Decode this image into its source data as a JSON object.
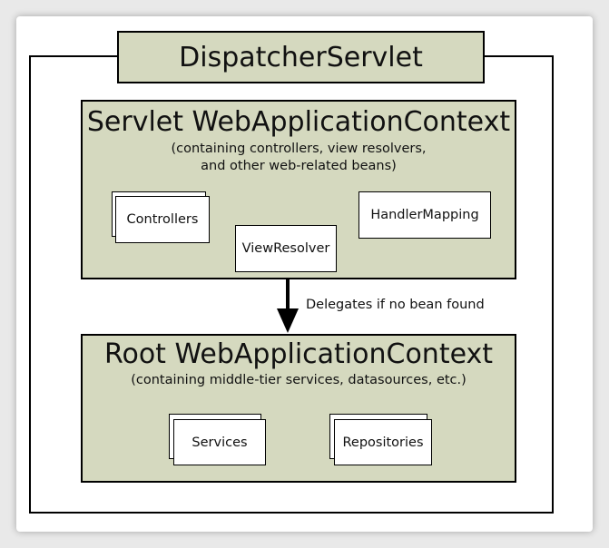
{
  "dispatcher": {
    "title": "DispatcherServlet"
  },
  "servlet_context": {
    "title": "Servlet WebApplicationContext",
    "subtitle_line1": "(containing controllers, view resolvers,",
    "subtitle_line2": "and other web-related beans)",
    "beans": {
      "controllers": "Controllers",
      "view_resolver": "ViewResolver",
      "handler_mapping": "HandlerMapping"
    }
  },
  "arrow": {
    "label": "Delegates if no bean found"
  },
  "root_context": {
    "title": "Root WebApplicationContext",
    "subtitle": "(containing middle-tier services, datasources, etc.)",
    "beans": {
      "services": "Services",
      "repositories": "Repositories"
    }
  },
  "colors": {
    "context_fill": "#d5d9bf",
    "bean_fill": "#ffffff",
    "stroke": "#000000"
  }
}
